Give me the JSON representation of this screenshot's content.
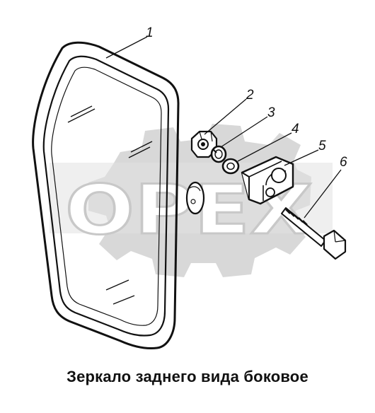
{
  "diagram": {
    "caption": "Зеркало заднего вида боковое",
    "watermark": {
      "logo_text": "OPEX"
    },
    "callouts": [
      {
        "number": "1",
        "part": "mirror-body"
      },
      {
        "number": "2",
        "part": "nut"
      },
      {
        "number": "3",
        "part": "spring-washer"
      },
      {
        "number": "4",
        "part": "washer"
      },
      {
        "number": "5",
        "part": "bracket-clamp"
      },
      {
        "number": "6",
        "part": "bolt"
      }
    ]
  }
}
